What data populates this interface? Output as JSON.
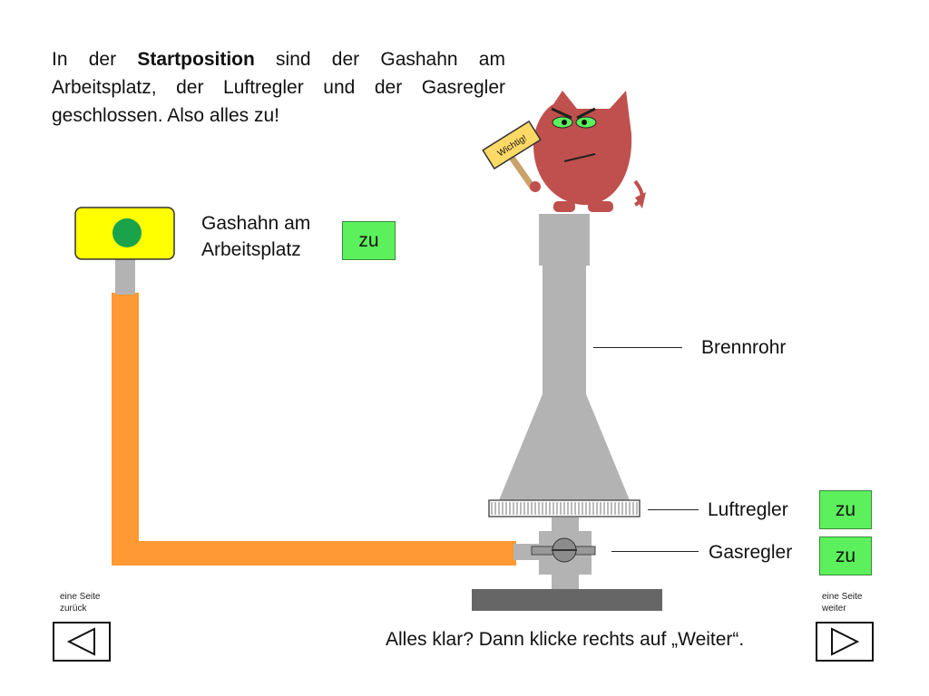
{
  "intro": {
    "part1": "In der ",
    "bold": "Startposition",
    "part2": " sind der Gashahn am Arbeitsplatz, der Luftregler und der Gasregler geschlossen. Also alles zu!"
  },
  "labels": {
    "gashahn_line1": "Gashahn am",
    "gashahn_line2": "Arbeitsplatz",
    "brennrohr": "Brennrohr",
    "luftregler": "Luftregler",
    "gasregler": "Gasregler"
  },
  "status": {
    "gashahn": "zu",
    "luftregler": "zu",
    "gasregler": "zu"
  },
  "sign": {
    "text": "Wichtig!"
  },
  "nav": {
    "back_line1": "eine Seite",
    "back_line2": "zurück",
    "next_line1": "eine Seite",
    "next_line2": "weiter",
    "back_icon": "triangle-left-icon",
    "next_icon": "triangle-right-icon"
  },
  "footer": {
    "text": "Alles klar? Dann klicke rechts auf „Weiter“."
  },
  "colors": {
    "pipe": "#ff9933",
    "valve_body": "#ffff00",
    "valve_knob": "#1aa34a",
    "burner": "#b3b3b3",
    "status_bg": "#5cf05c",
    "devil": "#c0504d"
  }
}
